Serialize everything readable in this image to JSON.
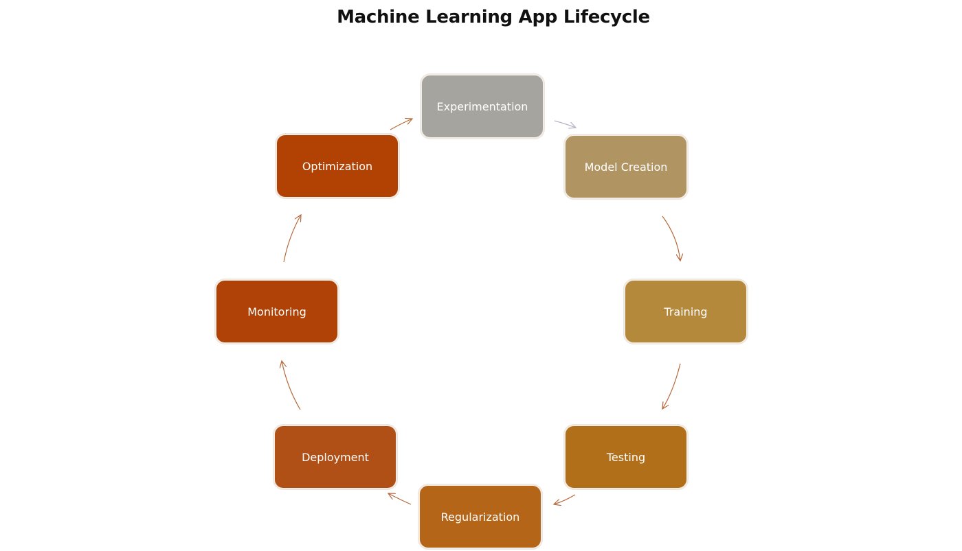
{
  "title": "Machine Learning App Lifecycle",
  "nodes": [
    {
      "label": "Experimentation",
      "color": "#a5a49f"
    },
    {
      "label": "Model Creation",
      "color": "#b09462"
    },
    {
      "label": "Training",
      "color": "#b5893c"
    },
    {
      "label": "Testing",
      "color": "#b26f1a"
    },
    {
      "label": "Regularization",
      "color": "#b56517"
    },
    {
      "label": "Deployment",
      "color": "#b04f16"
    },
    {
      "label": "Monitoring",
      "color": "#b04207"
    },
    {
      "label": "Optimization",
      "color": "#b14204"
    }
  ],
  "arrow_colors": {
    "light": "#b7b2c4",
    "dark": "#b5683a"
  }
}
